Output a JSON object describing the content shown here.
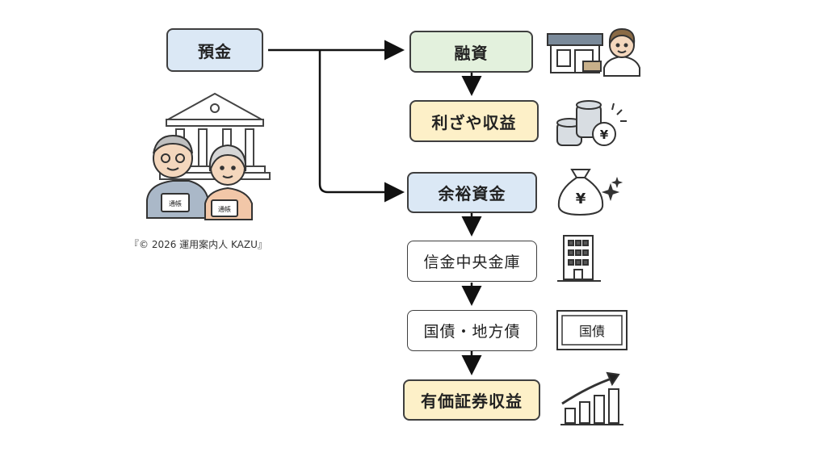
{
  "colors": {
    "blue_box": "#dbe8f5",
    "green_box": "#e3f1dd",
    "yellow_box": "#fdf0c8",
    "white_box": "#ffffff",
    "line": "#111111"
  },
  "nodes": {
    "deposit": "預金",
    "loans": "融資",
    "interest_margin": "利ざや収益",
    "surplus_funds": "余裕資金",
    "shinkin_central_bank": "信金中央金庫",
    "bonds": "国債・地方債",
    "securities_income": "有価証券収益"
  },
  "icons": {
    "bank": "bank-building-icon",
    "couple": "elderly-couple-icon",
    "passbook_label": "通帳",
    "shop": "shop-icon",
    "businessman": "businessman-icon",
    "coins": "yen-coins-icon",
    "money_bag": "yen-money-bag-icon",
    "building": "office-building-icon",
    "bond_certificate": "bond-certificate-icon",
    "bond_label": "国債",
    "growth_chart": "growth-chart-icon",
    "yen_symbol": "¥"
  },
  "caption": "『© 2026 運用案内人 KAZU』"
}
